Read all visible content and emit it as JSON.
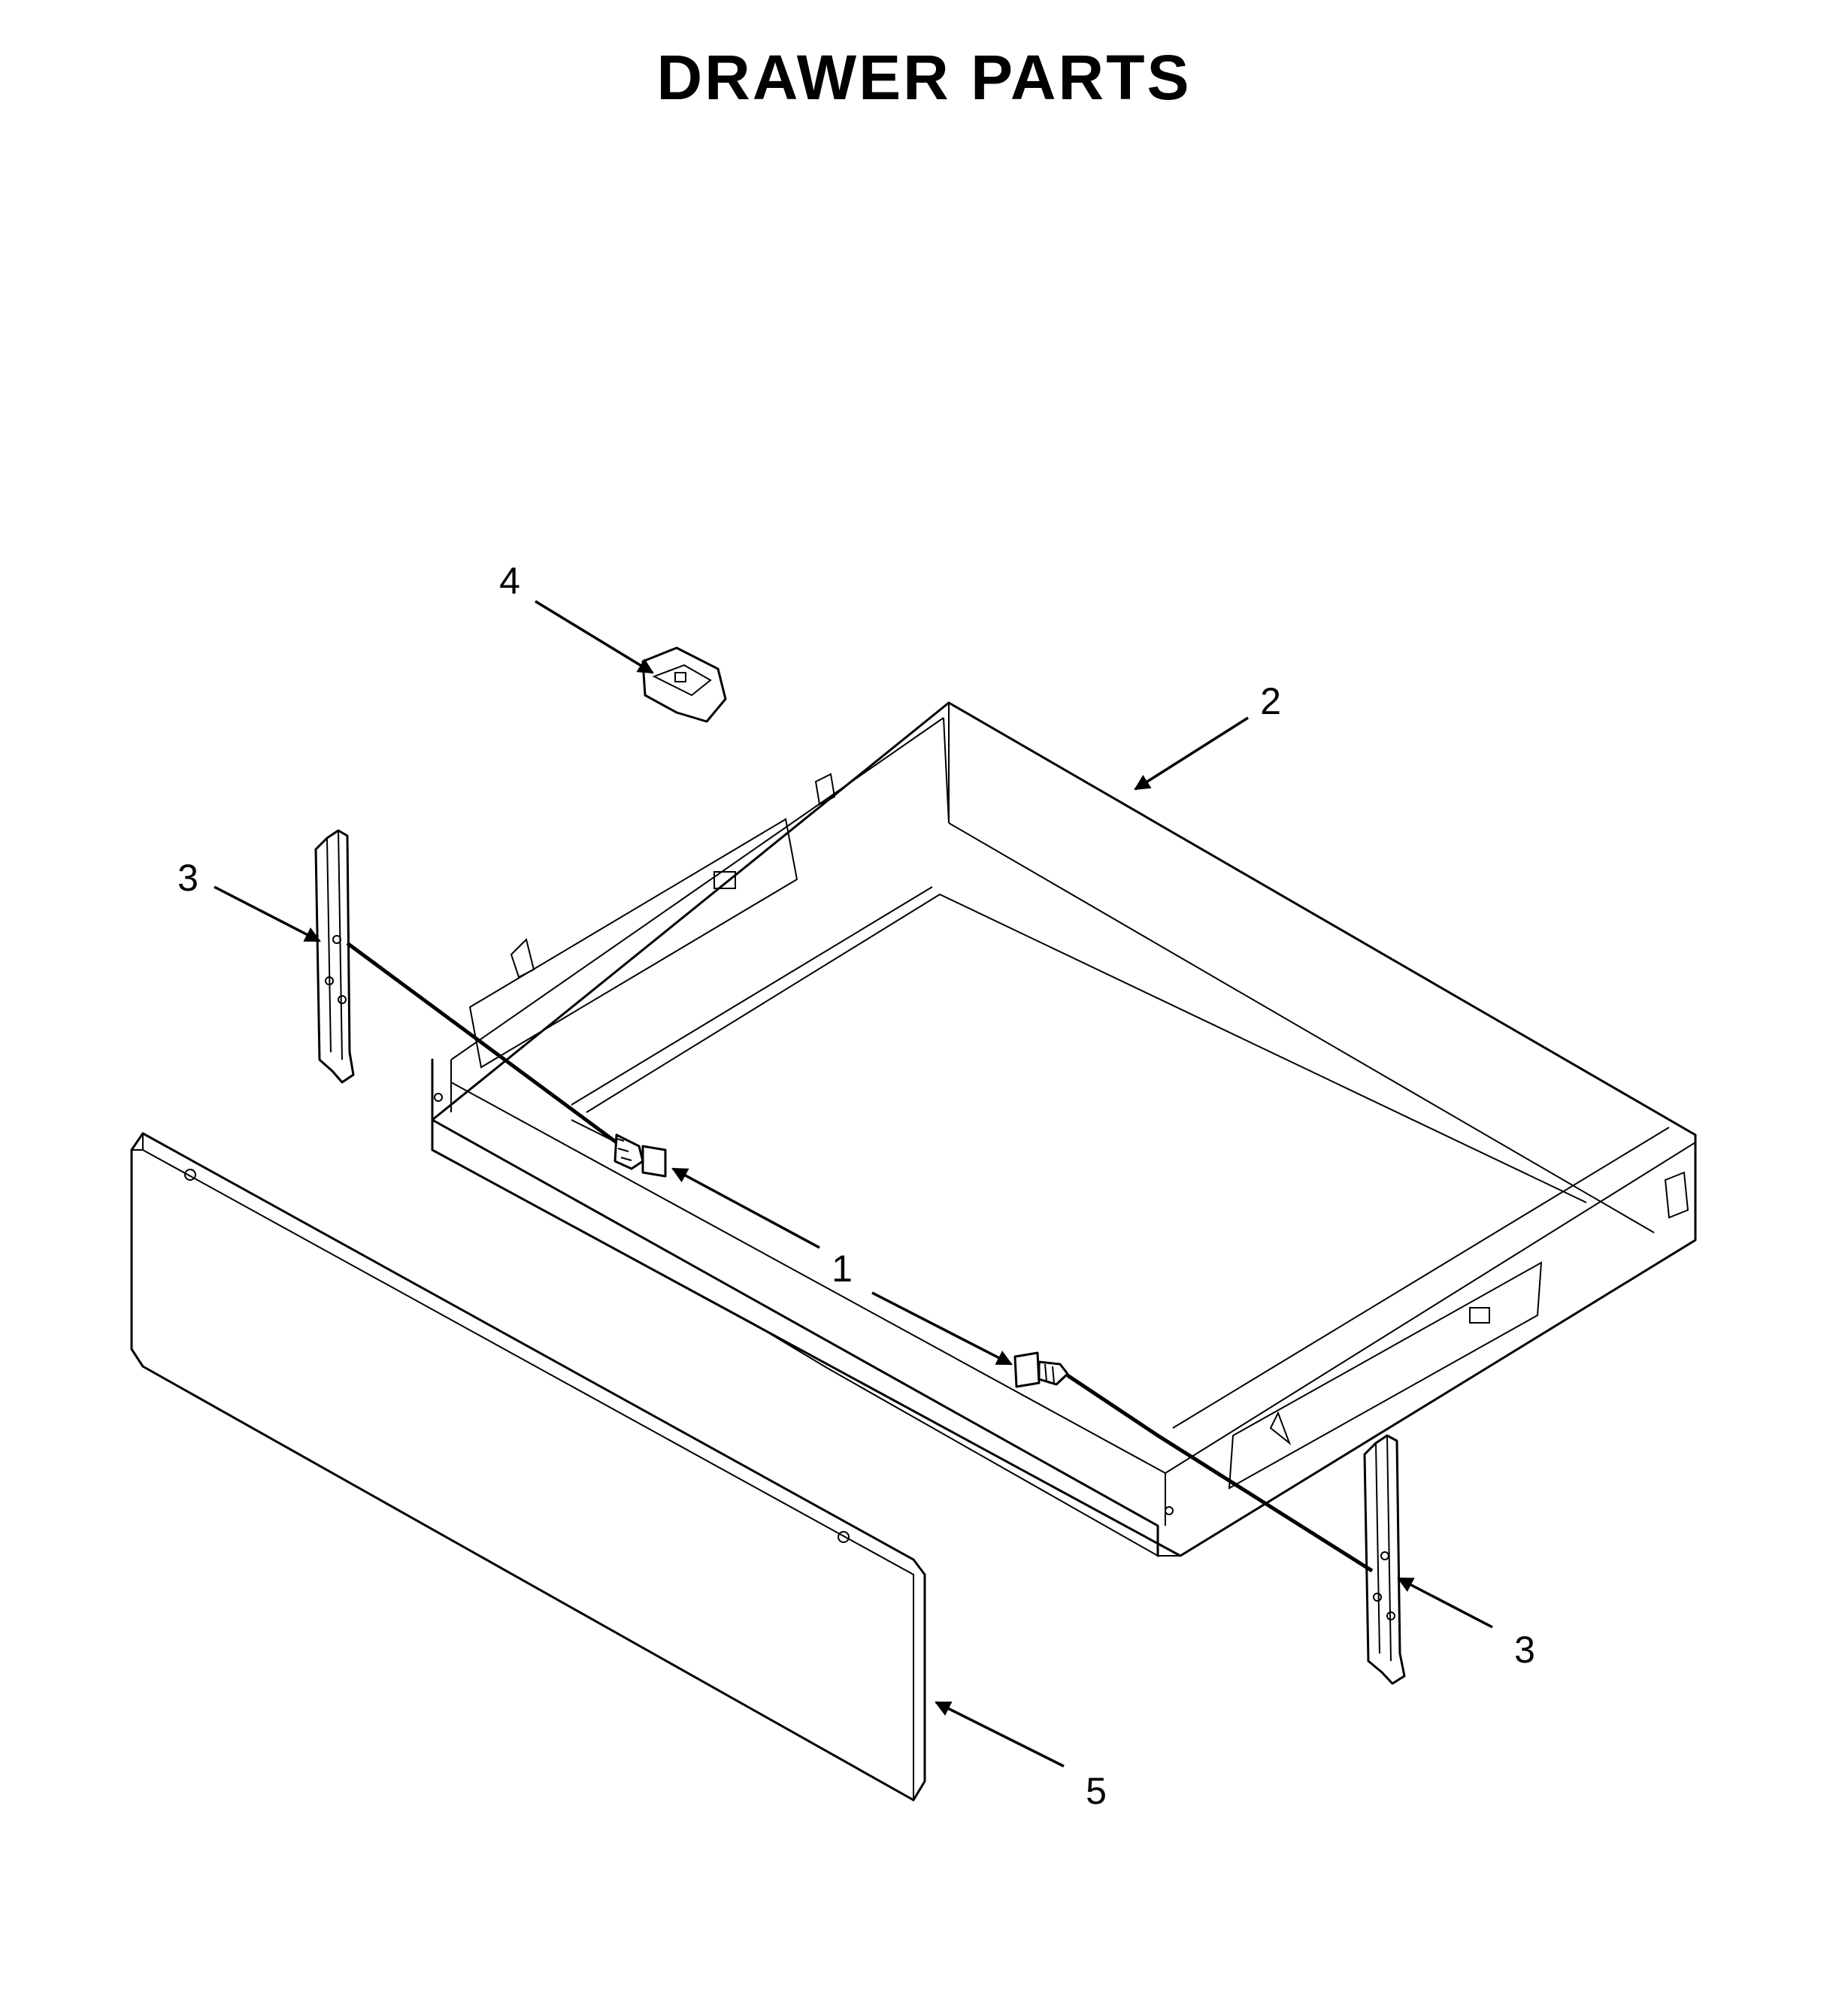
{
  "title": "DRAWER PARTS",
  "callouts": {
    "screw": "1",
    "drawer_body": "2",
    "rail_left": "3",
    "rail_right": "3",
    "clip": "4",
    "drawer_panel": "5"
  }
}
